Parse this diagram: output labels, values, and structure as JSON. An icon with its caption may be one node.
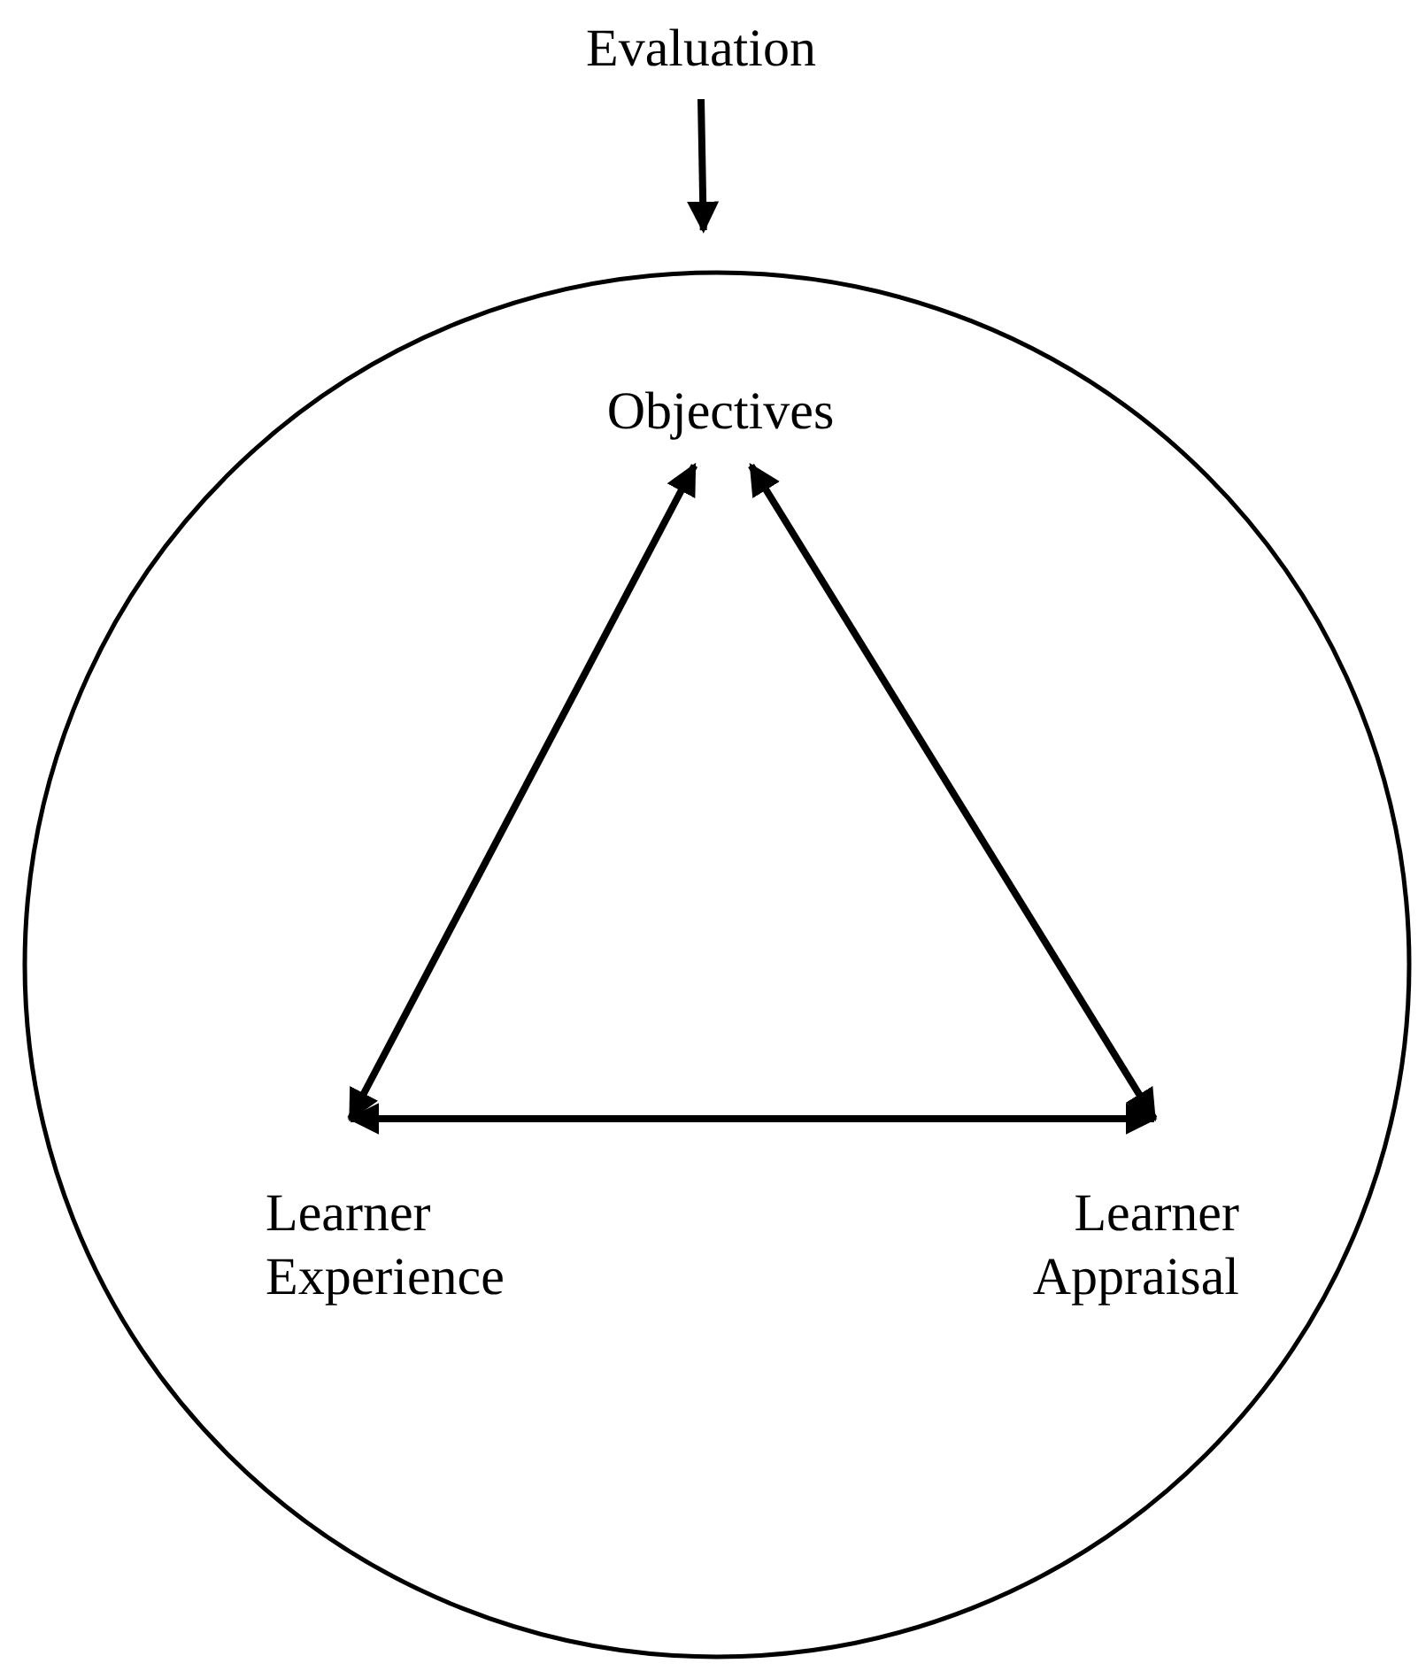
{
  "diagram": {
    "nodes": [
      {
        "text": [
          "Evaluation"
        ]
      },
      {
        "text": [],
        "shape": "circle"
      },
      {
        "text": [
          "Objectives"
        ],
        "in": 1
      },
      {
        "text": [
          "Learner Experience"
        ],
        "in": 1
      },
      {
        "text": [
          "Learner Appraisal"
        ],
        "in": 1
      }
    ],
    "edges": [
      {
        "from": 0,
        "to": 1,
        "arrow": "to"
      },
      {
        "from": 2,
        "to": 3,
        "arrow": "both"
      },
      {
        "from": 2,
        "to": 4,
        "arrow": "both"
      },
      {
        "from": 3,
        "to": 4,
        "arrow": "both"
      }
    ]
  }
}
